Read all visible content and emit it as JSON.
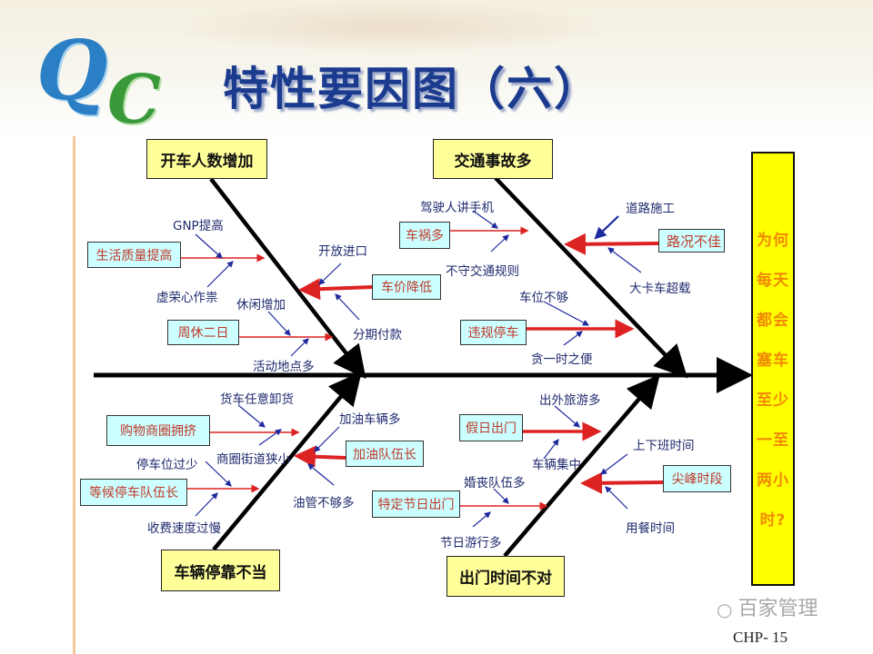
{
  "slide": {
    "logo_text": "QC",
    "title": "特性要因图（六）",
    "effect": "为何每天都会塞车至少一至两小时?",
    "footer": "CHP- 15",
    "watermark": "百家管理",
    "colors": {
      "title": "#1b3b8f",
      "head_box": "#ffff99",
      "sub_box": "#ccffff",
      "effect_box": "#ffff00",
      "effect_text": "#f08a00",
      "main_arrow": "#c0392b",
      "sub_arrow": "#1f2a9e"
    }
  },
  "categories": [
    {
      "label": "开车人数增加",
      "causes": [
        {
          "label": "生活质量提高",
          "sub": [
            "GNP提高",
            "虚荣心作祟"
          ]
        },
        {
          "label": "车价降低",
          "sub": [
            "开放进口",
            "分期付款"
          ]
        },
        {
          "label": "周休二日",
          "sub": [
            "休闲增加",
            "活动地点多"
          ]
        }
      ]
    },
    {
      "label": "交通事故多",
      "causes": [
        {
          "label": "车祸多",
          "sub": [
            "驾驶人讲手机",
            "不守交通规则"
          ]
        },
        {
          "label": "路况不佳",
          "sub": [
            "道路施工",
            "大卡车超载"
          ]
        },
        {
          "label": "违规停车",
          "sub": [
            "车位不够",
            "贪一时之便"
          ]
        }
      ]
    },
    {
      "label": "车辆停靠不当",
      "causes": [
        {
          "label": "购物商圈拥挤",
          "sub": [
            "货车任意卸货",
            "商圈街道狭小"
          ]
        },
        {
          "label": "加油队伍长",
          "sub": [
            "加油车辆多",
            "油管不够多"
          ]
        },
        {
          "label": "等候停车队伍长",
          "sub": [
            "停车位过少",
            "收费速度过慢"
          ]
        }
      ]
    },
    {
      "label": "出门时间不对",
      "causes": [
        {
          "label": "假日出门",
          "sub": [
            "出外旅游多",
            "车辆集中"
          ]
        },
        {
          "label": "尖峰时段",
          "sub": [
            "上下班时间",
            "用餐时间"
          ]
        },
        {
          "label": "特定节日出门",
          "sub": [
            "婚丧队伍多",
            "节日游行多"
          ]
        }
      ]
    }
  ]
}
